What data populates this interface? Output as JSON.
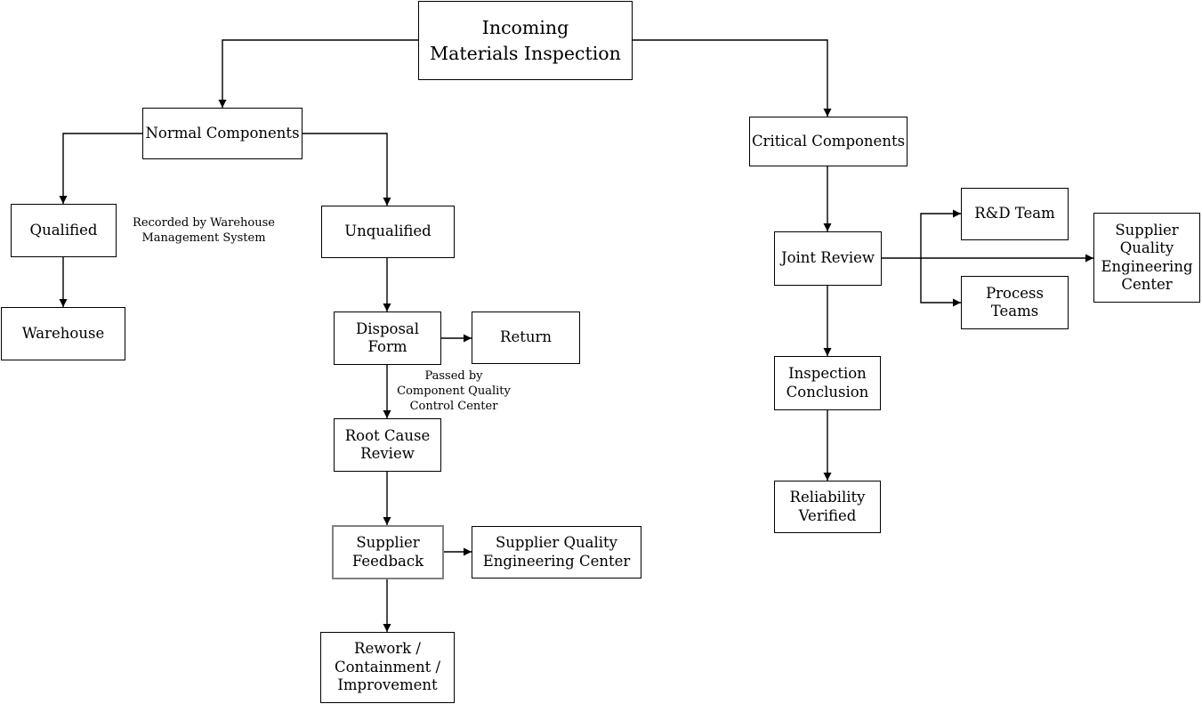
{
  "diagram": {
    "title": "Incoming Materials Inspection flowchart",
    "colors": {
      "background": "#ffffff",
      "line": "#000000",
      "box_border": "#000000",
      "box_fill": "#ffffff",
      "text": "#000000",
      "special_box_border": "#808080"
    },
    "nodes": {
      "incoming": {
        "label": "Incoming\nMaterials Inspection"
      },
      "normal": {
        "label": "Normal Components"
      },
      "qualified": {
        "label": "Qualified"
      },
      "warehouse": {
        "label": "Warehouse"
      },
      "unqualified": {
        "label": "Unqualified"
      },
      "disposal_form": {
        "label": "Disposal\nForm"
      },
      "return": {
        "label": "Return"
      },
      "root_cause": {
        "label": "Root Cause\nReview"
      },
      "supplier_feedback": {
        "label": "Supplier\nFeedback"
      },
      "sqec_left": {
        "label": "Supplier Quality\nEngineering Center"
      },
      "rework": {
        "label": "Rework /\nContainment /\nImprovement"
      },
      "critical": {
        "label": "Critical Components"
      },
      "joint_review": {
        "label": "Joint Review"
      },
      "rnd_team": {
        "label": "R&D Team"
      },
      "process_teams": {
        "label": "Process\nTeams"
      },
      "sqec_right": {
        "label": "Supplier\nQuality\nEngineering\nCenter"
      },
      "inspection_conclusion": {
        "label": "Inspection\nConclusion"
      },
      "reliability_verified": {
        "label": "Reliability\nVerified"
      }
    },
    "annotations": {
      "recorded": "Recorded by Warehouse\nManagement System",
      "passed": "Passed by\nComponent Quality\nControl Center"
    },
    "edges": [
      {
        "from": "incoming",
        "to": "normal"
      },
      {
        "from": "incoming",
        "to": "critical"
      },
      {
        "from": "normal",
        "to": "qualified"
      },
      {
        "from": "normal",
        "to": "unqualified"
      },
      {
        "from": "qualified",
        "to": "warehouse",
        "label": "Recorded by Warehouse\nManagement System"
      },
      {
        "from": "unqualified",
        "to": "disposal_form"
      },
      {
        "from": "disposal_form",
        "to": "return"
      },
      {
        "from": "disposal_form",
        "to": "root_cause",
        "label": "Passed by\nComponent Quality\nControl Center"
      },
      {
        "from": "root_cause",
        "to": "supplier_feedback"
      },
      {
        "from": "supplier_feedback",
        "to": "sqec_left"
      },
      {
        "from": "supplier_feedback",
        "to": "rework"
      },
      {
        "from": "critical",
        "to": "joint_review"
      },
      {
        "from": "joint_review",
        "to": "rnd_team"
      },
      {
        "from": "joint_review",
        "to": "process_teams"
      },
      {
        "from": "joint_review",
        "to": "sqec_right"
      },
      {
        "from": "joint_review",
        "to": "inspection_conclusion"
      },
      {
        "from": "inspection_conclusion",
        "to": "reliability_verified"
      }
    ]
  }
}
